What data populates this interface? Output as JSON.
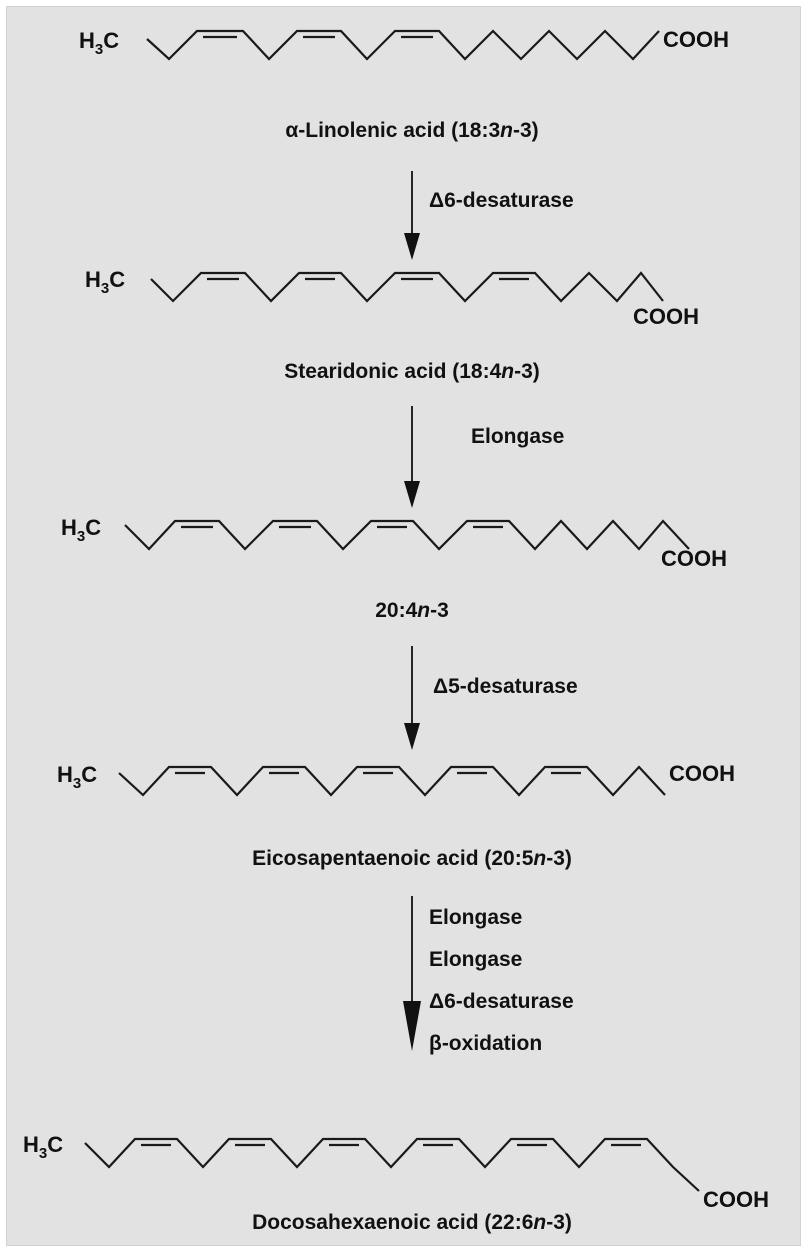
{
  "molecules": [
    {
      "methyl": "H",
      "methyl_sub": "3",
      "methyl_end": "C",
      "acid": "COOH",
      "name_parts": [
        "α-Linolenic acid (18:3",
        "n",
        "-3)"
      ],
      "double_bonds": 3
    },
    {
      "methyl": "H",
      "methyl_sub": "3",
      "methyl_end": "C",
      "acid": "COOH",
      "name_parts": [
        "Stearidonic acid (18:4",
        "n",
        "-3)"
      ],
      "double_bonds": 4
    },
    {
      "methyl": "H",
      "methyl_sub": "3",
      "methyl_end": "C",
      "acid": "COOH",
      "name_parts": [
        "20:4",
        "n",
        "-3"
      ],
      "double_bonds": 4
    },
    {
      "methyl": "H",
      "methyl_sub": "3",
      "methyl_end": "C",
      "acid": "COOH",
      "name_parts": [
        "Eicosapentaenoic acid (20:5",
        "n",
        "-3)"
      ],
      "double_bonds": 5
    },
    {
      "methyl": "H",
      "methyl_sub": "3",
      "methyl_end": "C",
      "acid": "COOH",
      "name_parts": [
        "Docosahexaenoic acid (22:6",
        "n",
        "-3)"
      ],
      "double_bonds": 6
    }
  ],
  "steps": [
    {
      "enzymes": [
        "Δ6-desaturase"
      ]
    },
    {
      "enzymes": [
        "Elongase"
      ]
    },
    {
      "enzymes": [
        "Δ5-desaturase"
      ]
    },
    {
      "enzymes": [
        "Elongase",
        "Elongase",
        "Δ6-desaturase",
        "β-oxidation"
      ]
    }
  ],
  "colors": {
    "panel": "#e2e2e2",
    "ink": "#111111"
  }
}
